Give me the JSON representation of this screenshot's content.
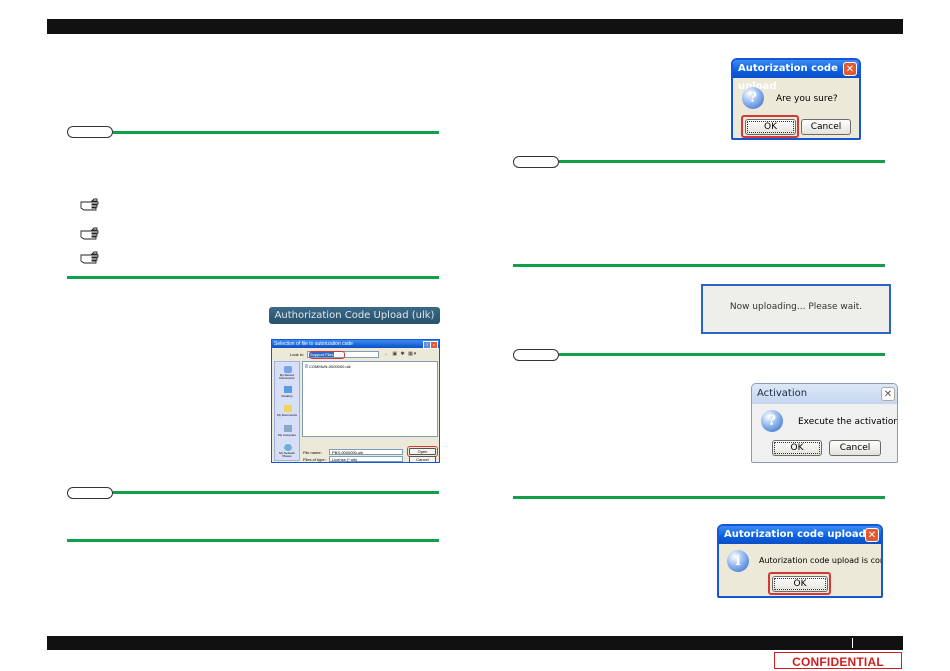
{
  "dialog_auth_confirm": {
    "title": "Autorization code upload",
    "message": "Are you sure?",
    "ok_label": "OK",
    "cancel_label": "Cancel"
  },
  "upload_button": {
    "label": "Authorization Code Upload (ulk)"
  },
  "file_dialog": {
    "title": "Selection of file to autorization code",
    "look_in_label": "Look in:",
    "look_in_value": "Support Files",
    "file_item": "COMMUN-0000000.ulk",
    "places": [
      "My Recent Documents",
      "Desktop",
      "My Documents",
      "My Computer",
      "My Network Places"
    ],
    "file_name_label": "File name:",
    "file_name_value": "PBS-0000000.ulk",
    "file_type_label": "Files of type:",
    "file_type_value": "License (*.ulk)",
    "open_label": "Open",
    "cancel_label": "Cancel"
  },
  "progress_box": {
    "message": "Now uploading... Please wait."
  },
  "dialog_activation": {
    "title": "Activation",
    "message": "Execute the activation also?",
    "ok_label": "OK",
    "cancel_label": "Cancel"
  },
  "dialog_complete": {
    "title": "Autorization code upload",
    "message": "Autorization code upload is completed.",
    "ok_label": "OK"
  },
  "footer": {
    "confidential": "CONFIDENTIAL"
  },
  "colors": {
    "note_line": "#10a04a",
    "header_bar": "#111111",
    "highlight_red": "#d23a3a",
    "xp_title_blue": "#0a5fe0",
    "confidential_red": "#d21e1e"
  }
}
